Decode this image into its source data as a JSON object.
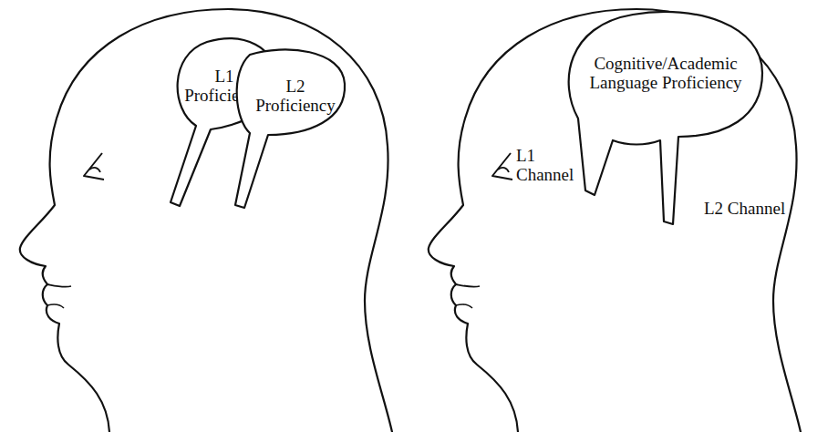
{
  "diagram": {
    "nodes": [
      {
        "text": [
          "L1 Proficiency"
        ]
      },
      {
        "text": [
          "L2 Proficiency"
        ]
      },
      {
        "text": [
          "Cognitive/Academic Language Proficiency"
        ]
      }
    ],
    "labels": [
      "L1 Channel",
      "L2 Channel"
    ]
  }
}
